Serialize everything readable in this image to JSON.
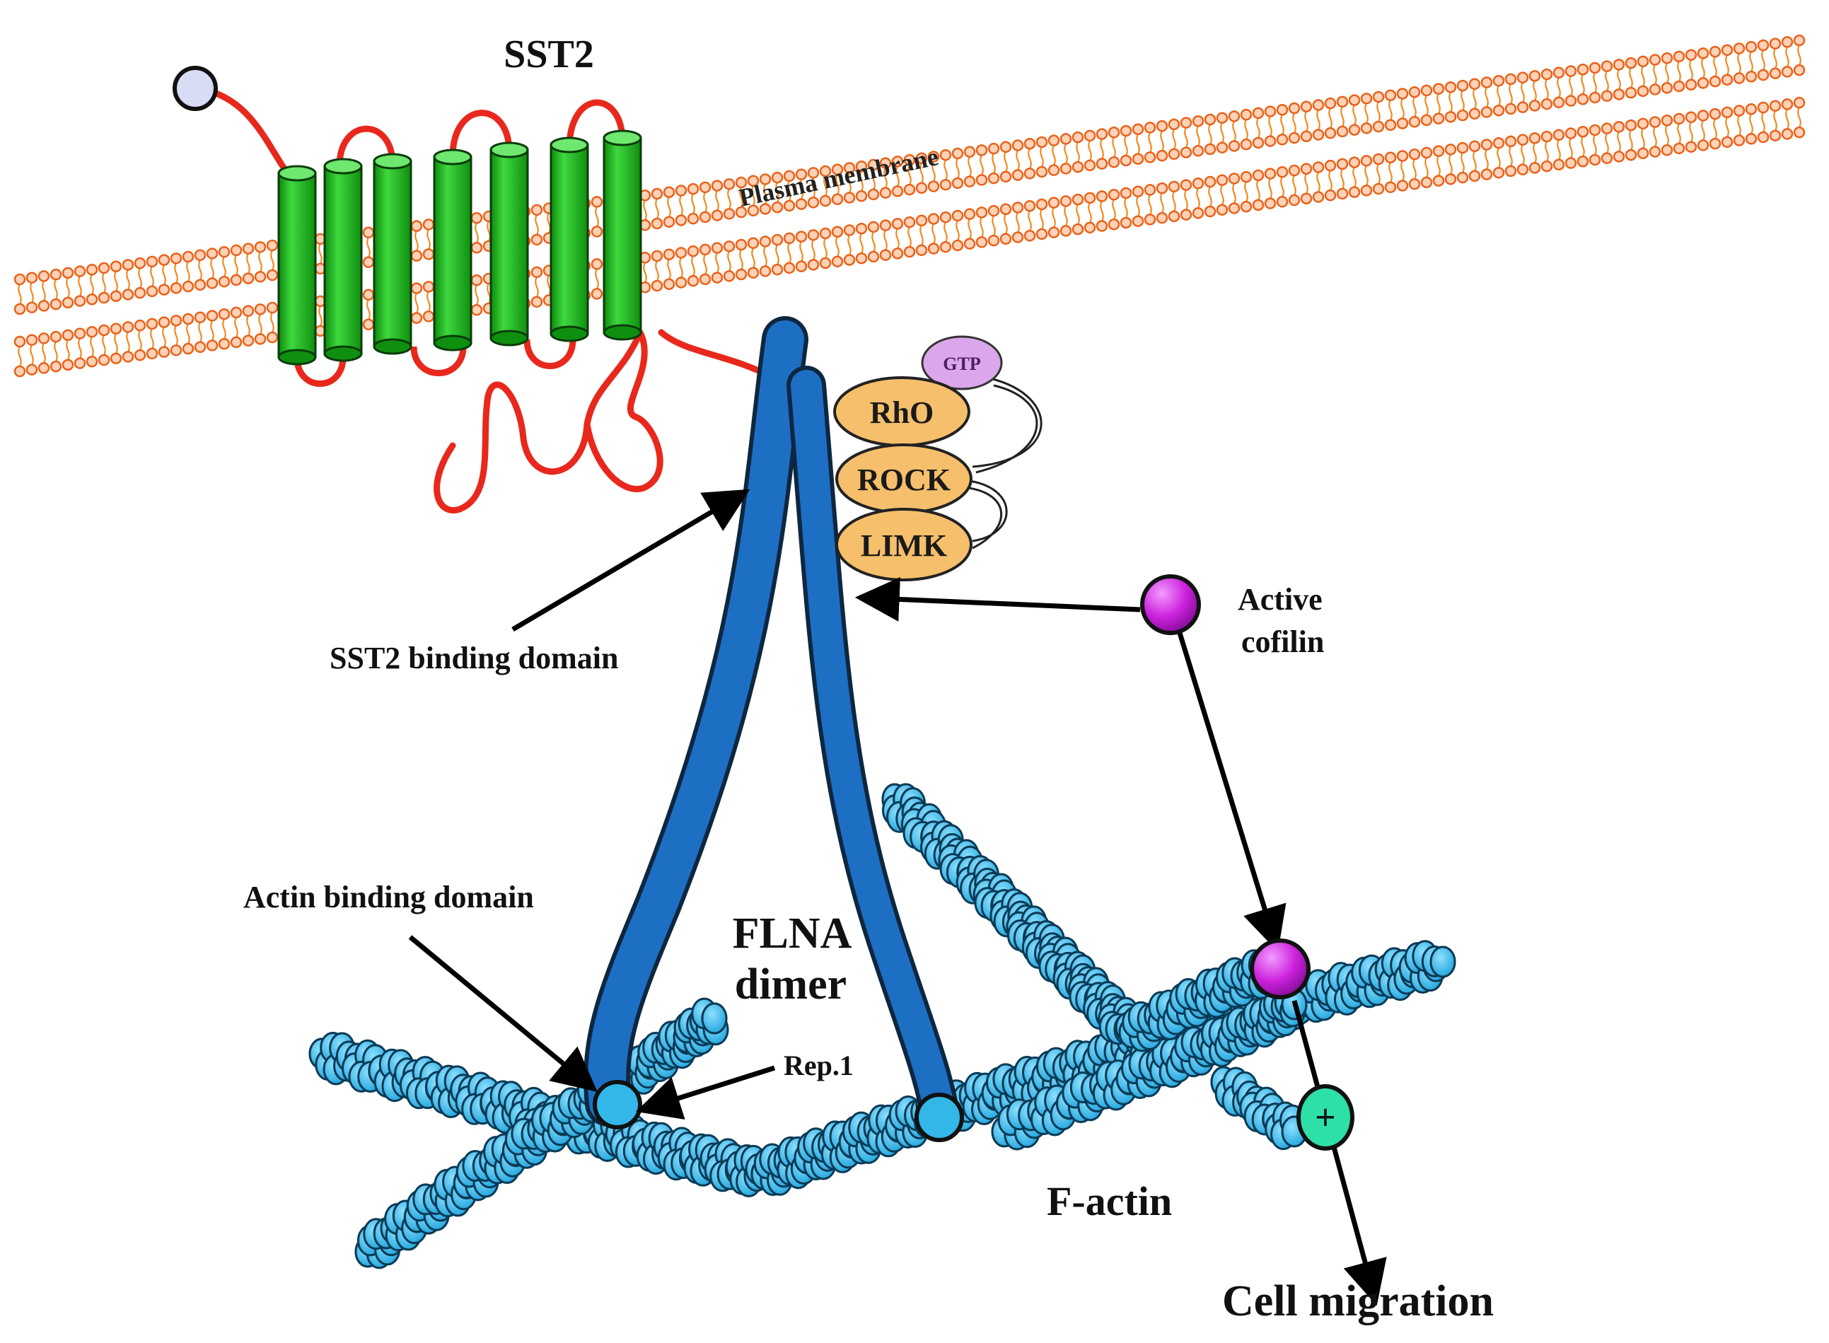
{
  "labels": {
    "sst2": "SST2",
    "plasma_membrane": "Plasma membrane",
    "gtp": "GTP",
    "rho": "RhO",
    "rock": "ROCK",
    "limk": "LIMK",
    "sst2_binding_domain": "SST2 binding domain",
    "active_cofilin_line1": "Active",
    "active_cofilin_line2": "cofilin",
    "actin_binding_domain": "Actin binding domain",
    "flna_line1": "FLNA",
    "flna_line2": "dimer",
    "rep1": "Rep.1",
    "f_actin": "F-actin",
    "plus_sign": "+",
    "cell_migration": "Cell migration"
  },
  "colors": {
    "membrane_orange": "#f28a1e",
    "membrane_head": "#ffd2b8",
    "receptor_green": "#19b319",
    "receptor_loop_red": "#e8281c",
    "flna_blue": "#1d6fc4",
    "actin_cyan": "#32b7e8",
    "kinase_tan": "#f5bf6b",
    "gtp_lilac": "#dca6ea",
    "cofilin_magenta": "#cc22dd",
    "plus_green": "#2de0a8",
    "ligand_lavender": "#d9dcf5"
  },
  "icons": {
    "ligand": "ligand-circle-icon",
    "cofilin": "cofilin-sphere-icon",
    "plus": "plus-circle-icon"
  }
}
